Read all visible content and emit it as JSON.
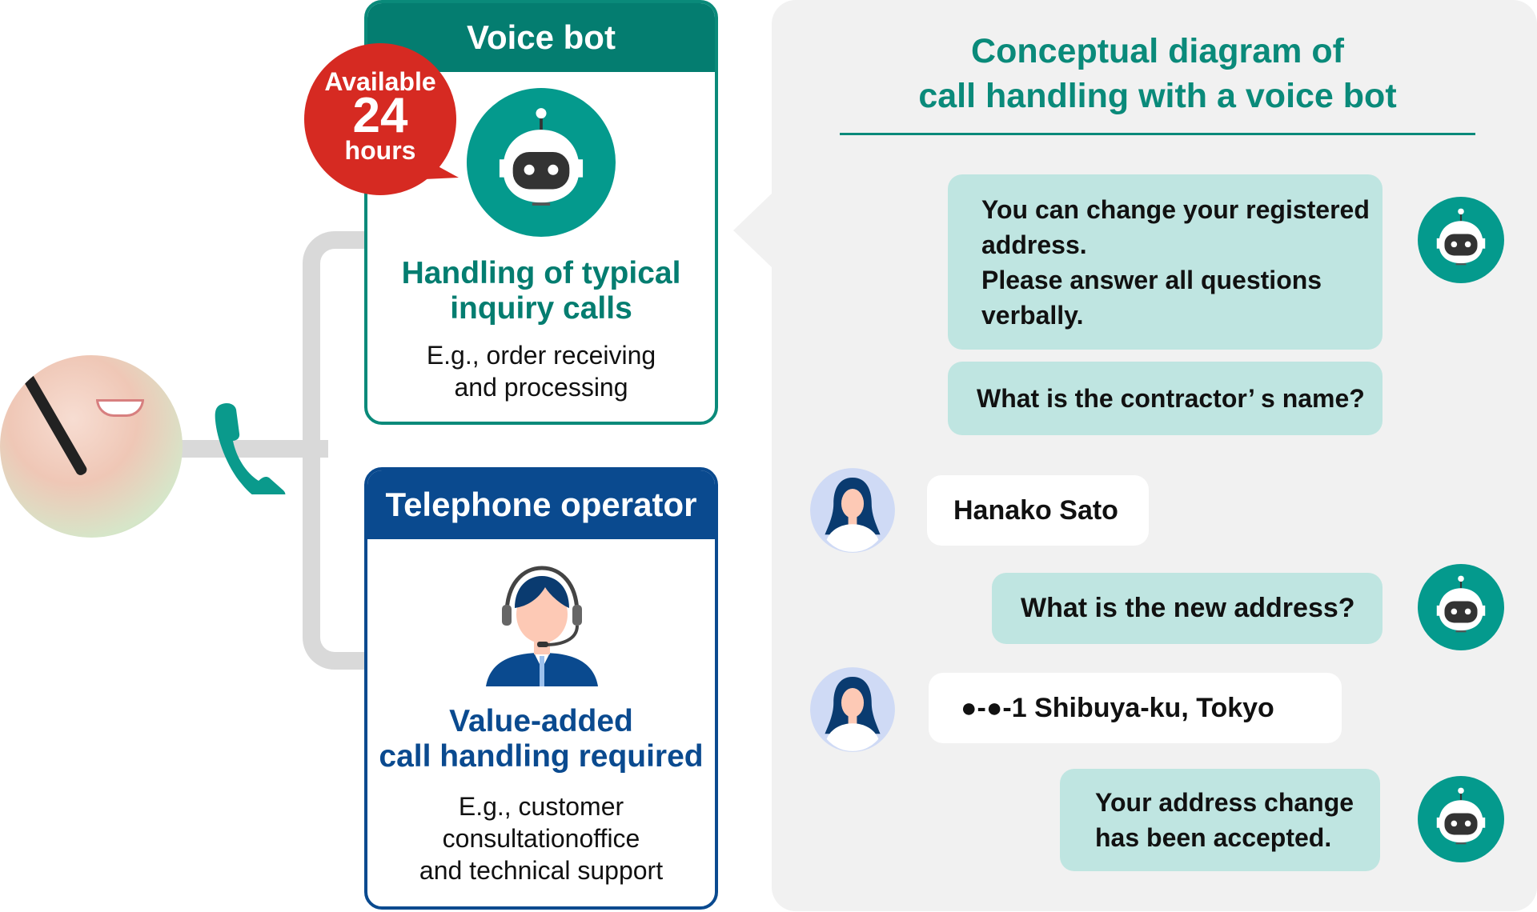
{
  "voice_bot": {
    "header": "Voice bot",
    "badge": {
      "line1": "Available",
      "line2": "24",
      "line3": "hours"
    },
    "title_line1": "Handling of typical",
    "title_line2": "inquiry calls",
    "example_line1": "E.g., order receiving",
    "example_line2": "and processing"
  },
  "operator": {
    "header": "Telephone operator",
    "title_line1": "Value-added",
    "title_line2": "call handling required",
    "example_line1": "E.g., customer",
    "example_line2": "consultationoffice",
    "example_line3": "and technical support"
  },
  "panel": {
    "title_line1": "Conceptual diagram of",
    "title_line2": "call handling with a voice bot",
    "messages": [
      {
        "speaker": "bot",
        "lines": [
          "You can change your registered",
          "address.",
          "Please answer all questions",
          "verbally."
        ]
      },
      {
        "speaker": "bot",
        "lines": [
          "What is the contractor’ s name?"
        ]
      },
      {
        "speaker": "user",
        "lines": [
          "Hanako Sato"
        ]
      },
      {
        "speaker": "bot",
        "lines": [
          "What is the new address?"
        ]
      },
      {
        "speaker": "user",
        "lines": [
          "●-●-1 Shibuya-ku, Tokyo"
        ]
      },
      {
        "speaker": "bot",
        "lines": [
          "Your address change",
          "has been accepted."
        ]
      }
    ]
  },
  "colors": {
    "teal": "#047d70",
    "teal_light": "#bfe5e1",
    "navy": "#0a4a8f",
    "red": "#d62a22",
    "panel": "#f1f1f1"
  }
}
